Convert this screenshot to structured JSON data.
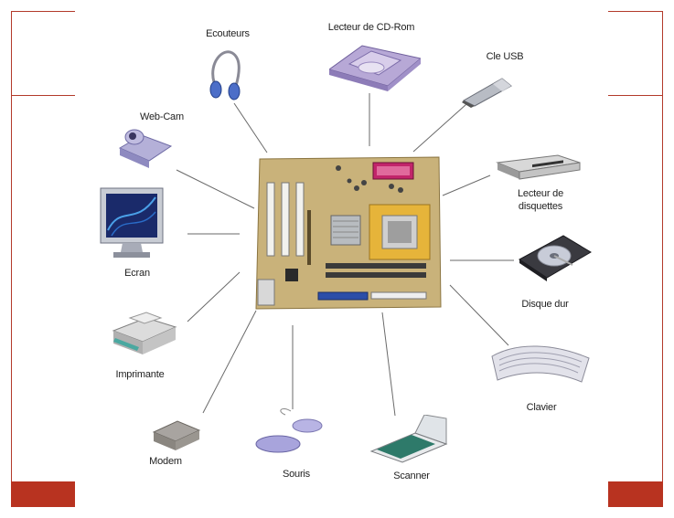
{
  "colors": {
    "frame_accent": "#b33a2a",
    "corner_block": "#b83320",
    "connector": "#6a6a6a",
    "motherboard": "#c9b27a"
  },
  "diagram": {
    "center": {
      "name": "motherboard",
      "icon": "motherboard-icon"
    },
    "peripherals": [
      {
        "key": "ecouteurs",
        "label": "Ecouteurs",
        "icon": "headphones-icon"
      },
      {
        "key": "cdrom",
        "label": "Lecteur de CD-Rom",
        "icon": "cd-rom-drive-icon"
      },
      {
        "key": "usb",
        "label": "Cle USB",
        "icon": "usb-key-icon"
      },
      {
        "key": "webcam",
        "label": "Web-Cam",
        "icon": "webcam-icon"
      },
      {
        "key": "floppy",
        "label": "Lecteur de disquettes",
        "icon": "floppy-drive-icon"
      },
      {
        "key": "ecran",
        "label": "Ecran",
        "icon": "monitor-icon"
      },
      {
        "key": "disque",
        "label": "Disque dur",
        "icon": "hard-disk-icon"
      },
      {
        "key": "imprimante",
        "label": "Imprimante",
        "icon": "printer-icon"
      },
      {
        "key": "clavier",
        "label": "Clavier",
        "icon": "keyboard-icon"
      },
      {
        "key": "modem",
        "label": "Modem",
        "icon": "modem-icon"
      },
      {
        "key": "souris",
        "label": "Souris",
        "icon": "mouse-icon"
      },
      {
        "key": "scanner",
        "label": "Scanner",
        "icon": "scanner-icon"
      }
    ]
  }
}
